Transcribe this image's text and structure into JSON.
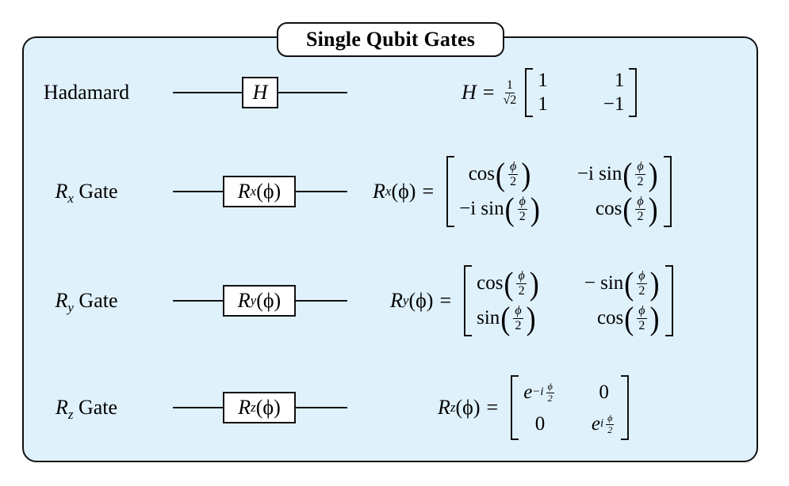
{
  "title": "Single Qubit Gates",
  "rows": [
    {
      "label": "Hadamard",
      "gate": "H",
      "matrix_name": "H",
      "prefactor_num": "1",
      "prefactor_den": "√2",
      "cells": [
        "1",
        "1",
        "1",
        "−1"
      ]
    },
    {
      "label_sym": "R",
      "label_sub": "x",
      "label_rest": "Gate",
      "gate_sym": "R",
      "gate_sub": "x",
      "gate_arg": "(ϕ)",
      "cells": [
        "cos",
        "−i sin",
        "−i sin",
        "cos"
      ]
    },
    {
      "label_sym": "R",
      "label_sub": "y",
      "label_rest": "Gate",
      "gate_sym": "R",
      "gate_sub": "y",
      "gate_arg": "(ϕ)",
      "cells": [
        "cos",
        "− sin",
        "sin",
        "cos"
      ]
    },
    {
      "label_sym": "R",
      "label_sub": "z",
      "label_rest": "Gate",
      "gate_sym": "R",
      "gate_sub": "z",
      "gate_arg": "(ϕ)",
      "cells": [
        "e",
        "0",
        "0",
        "e"
      ],
      "exp_top": "−i",
      "exp_bottom": "i"
    }
  ],
  "phi": "ϕ",
  "two": "2",
  "equals": "="
}
